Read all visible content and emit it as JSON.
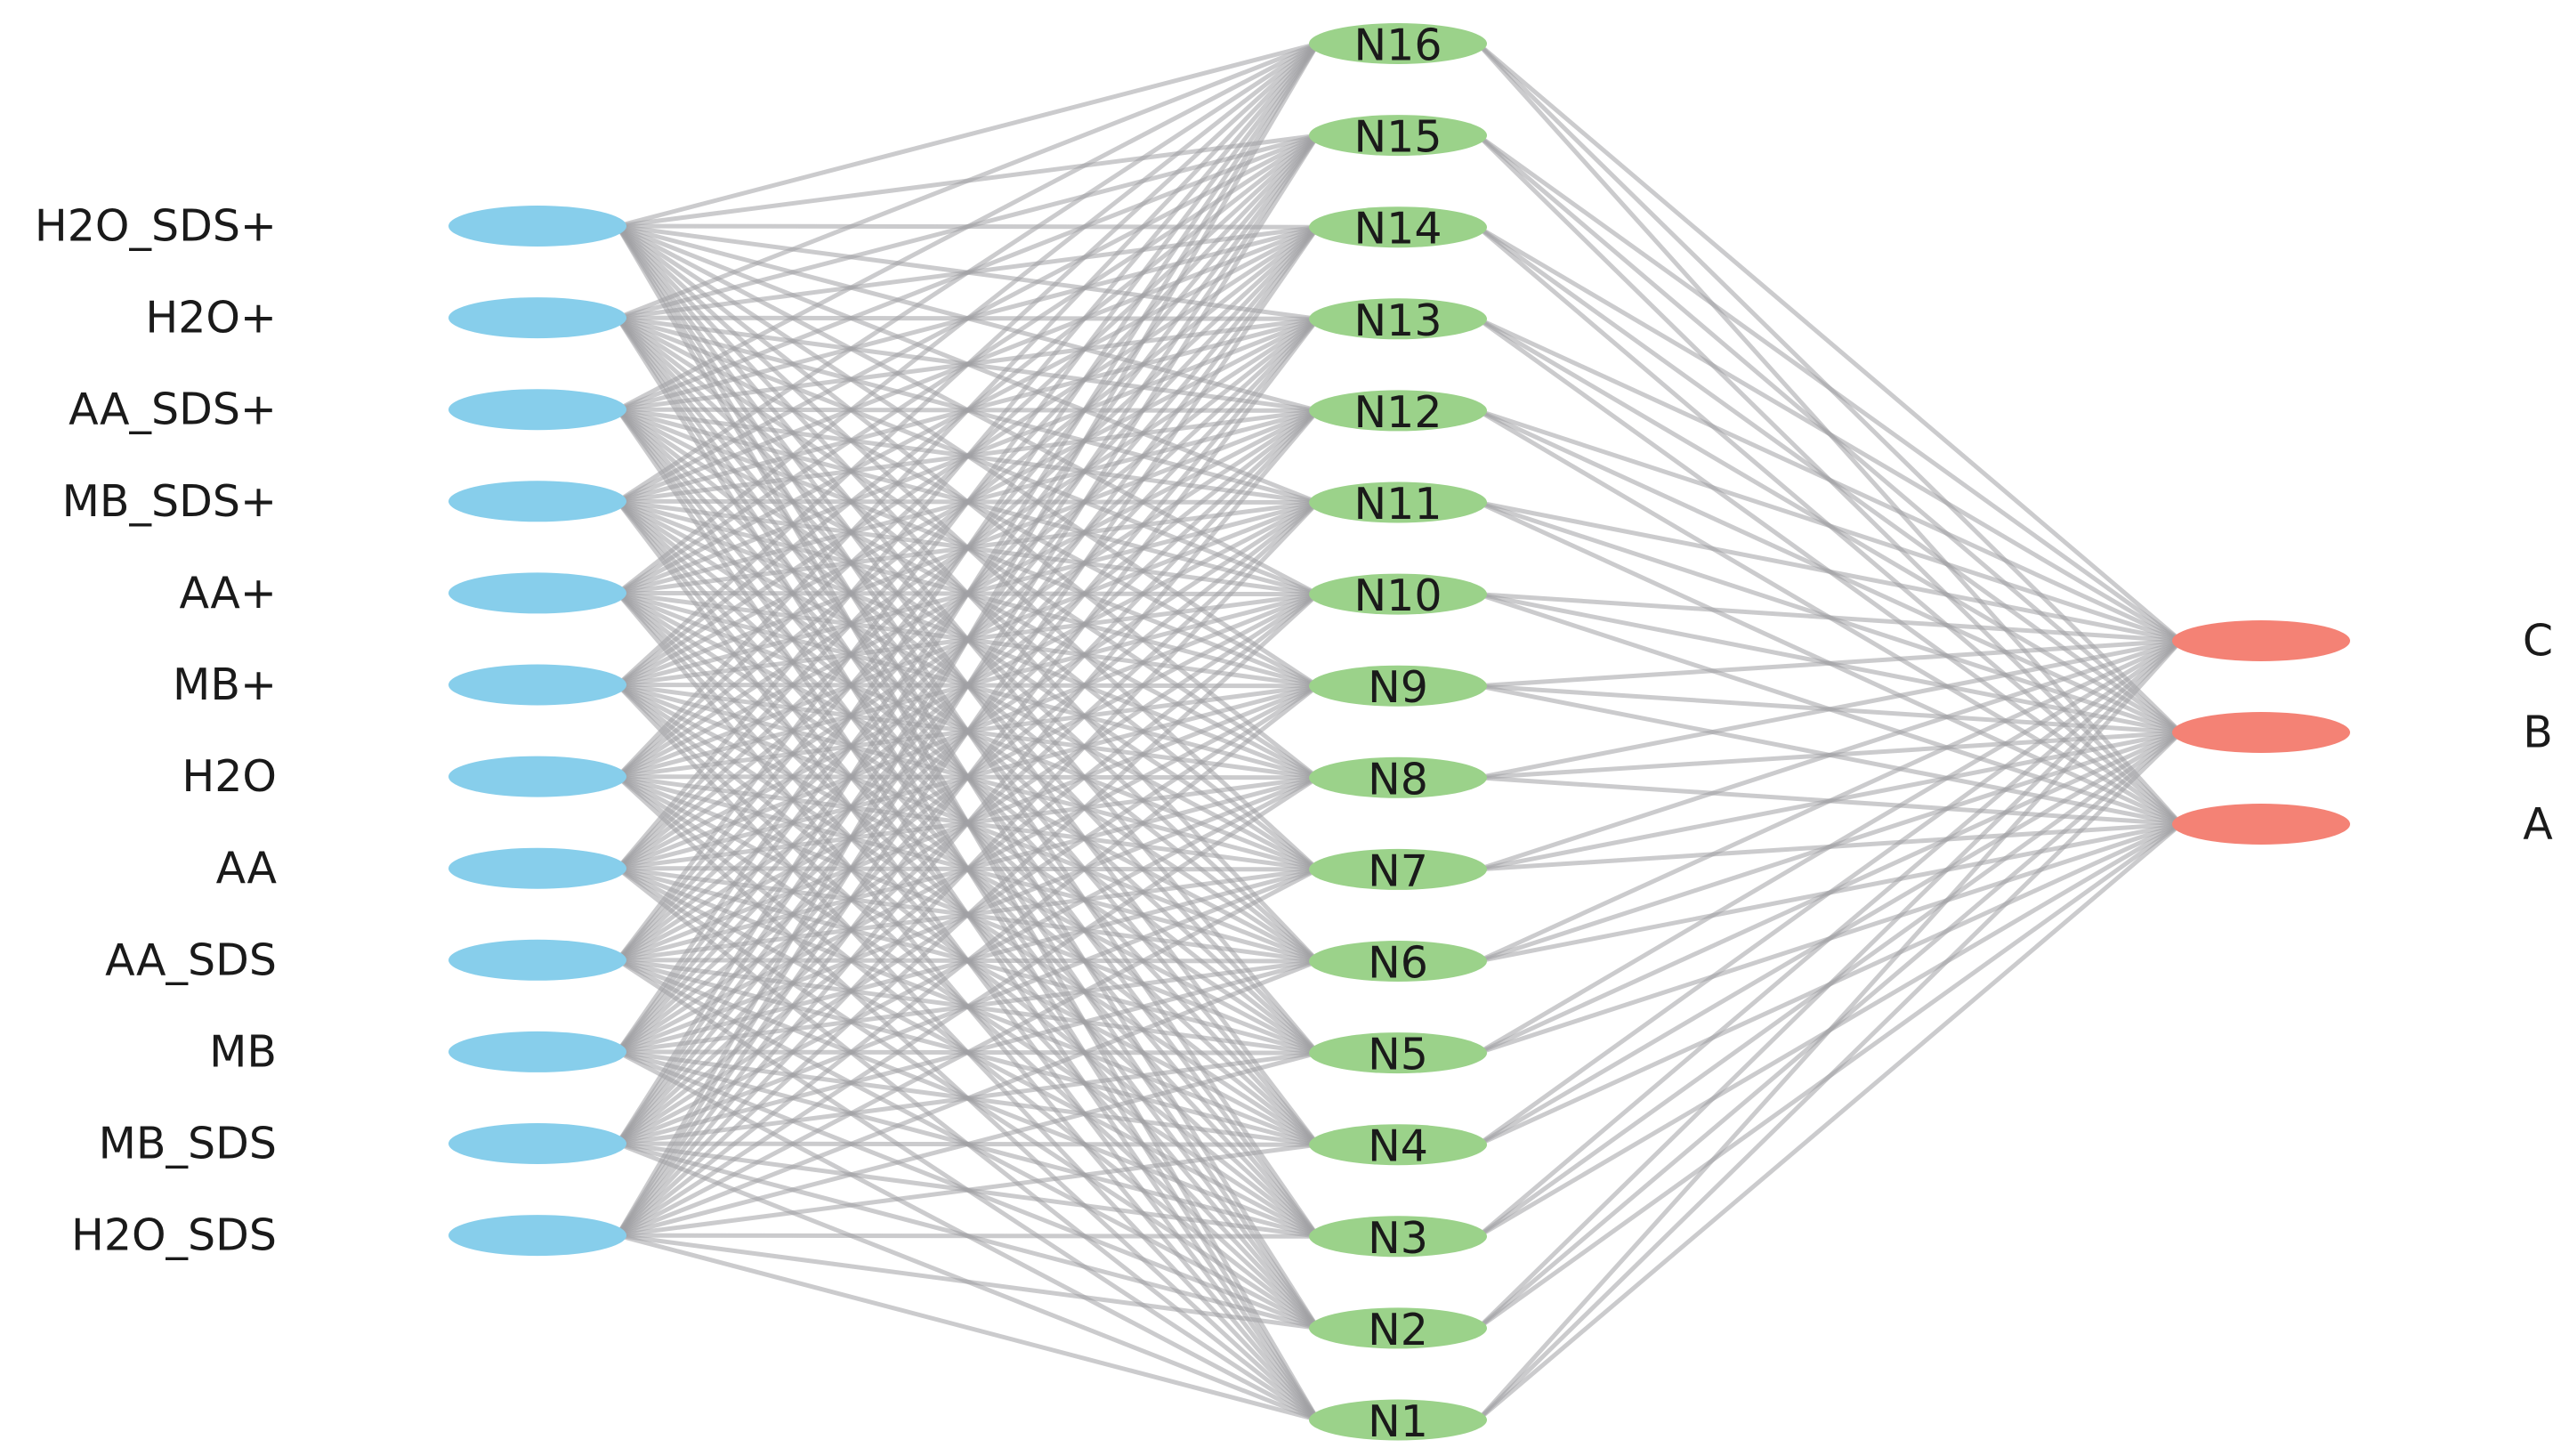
{
  "network": {
    "input_labels": [
      "H2O_SDS+",
      "H2O+",
      "AA_SDS+",
      "MB_SDS+",
      "AA+",
      "MB+",
      "H2O",
      "AA",
      "AA_SDS",
      "MB",
      "MB_SDS",
      "H2O_SDS"
    ],
    "hidden_labels": [
      "N16",
      "N15",
      "N14",
      "N13",
      "N12",
      "N11",
      "N10",
      "N9",
      "N8",
      "N7",
      "N6",
      "N5",
      "N4",
      "N3",
      "N2",
      "N1"
    ],
    "output_labels": [
      "C",
      "B",
      "A"
    ],
    "connectivity": "fully-connected",
    "colors": {
      "input_node": "#87ceeb",
      "hidden_node": "#9bd28a",
      "output_node": "#f48275",
      "edge": "#a0a0a4"
    }
  }
}
